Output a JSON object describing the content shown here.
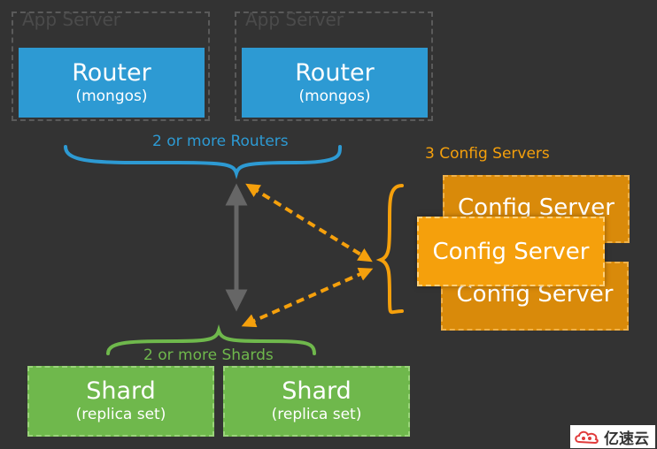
{
  "app_servers": [
    {
      "label": "App Server",
      "router_title": "Router",
      "router_sub": "(mongos)"
    },
    {
      "label": "App Server",
      "router_title": "Router",
      "router_sub": "(mongos)"
    }
  ],
  "routers_caption": "2 or more Routers",
  "config_caption": "3 Config Servers",
  "config_servers": [
    "Config Server",
    "Config Server",
    "Config Server"
  ],
  "shards_caption": "2 or more Shards",
  "shards": [
    {
      "title": "Shard",
      "sub": "(replica set)"
    },
    {
      "title": "Shard",
      "sub": "(replica set)"
    }
  ],
  "colors": {
    "background": "#333333",
    "router": "#2d9ad3",
    "shard": "#6fb84c",
    "config": "#f5a00c",
    "arrow_gray": "#666666"
  },
  "watermark": {
    "text": "亿速云",
    "icon": "cloud-logo-icon"
  }
}
